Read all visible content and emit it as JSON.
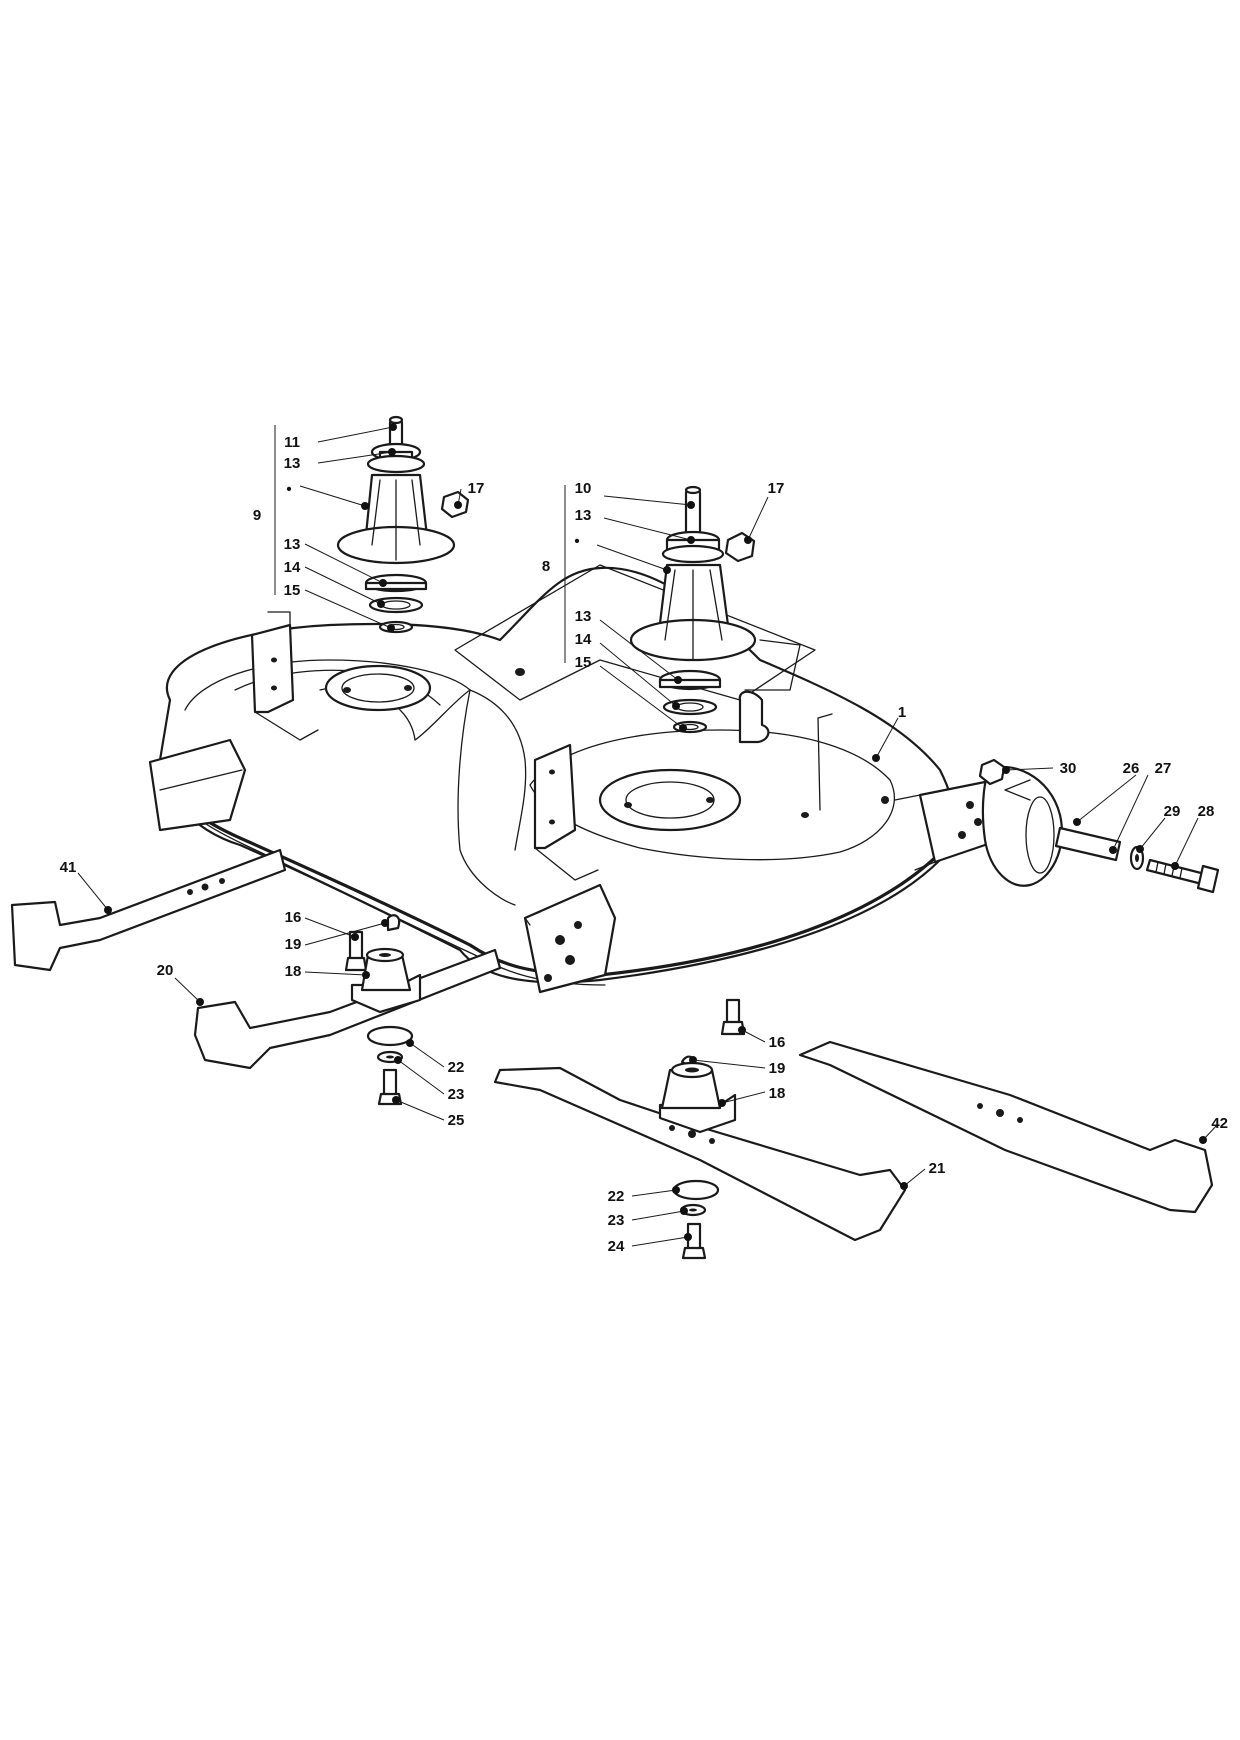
{
  "callouts": {
    "c1": "1",
    "c8": "8",
    "c9": "9",
    "c10": "10",
    "c11": "11",
    "c13a": "13",
    "c13b": "13",
    "c13c": "13",
    "c13d": "13",
    "c14a": "14",
    "c14b": "14",
    "c15a": "15",
    "c15b": "15",
    "c16a": "16",
    "c16b": "16",
    "c17a": "17",
    "c17b": "17",
    "c18a": "18",
    "c18b": "18",
    "c19a": "19",
    "c19b": "19",
    "c20": "20",
    "c21": "21",
    "c22a": "22",
    "c22b": "22",
    "c23a": "23",
    "c23b": "23",
    "c24": "24",
    "c25": "25",
    "c26": "26",
    "c27": "27",
    "c28": "28",
    "c29": "29",
    "c30": "30",
    "c41": "41",
    "c42": "42",
    "bullet_left": "•",
    "bullet_right": "•"
  },
  "colors": {
    "line": "#1a1a1a",
    "background": "#ffffff"
  }
}
